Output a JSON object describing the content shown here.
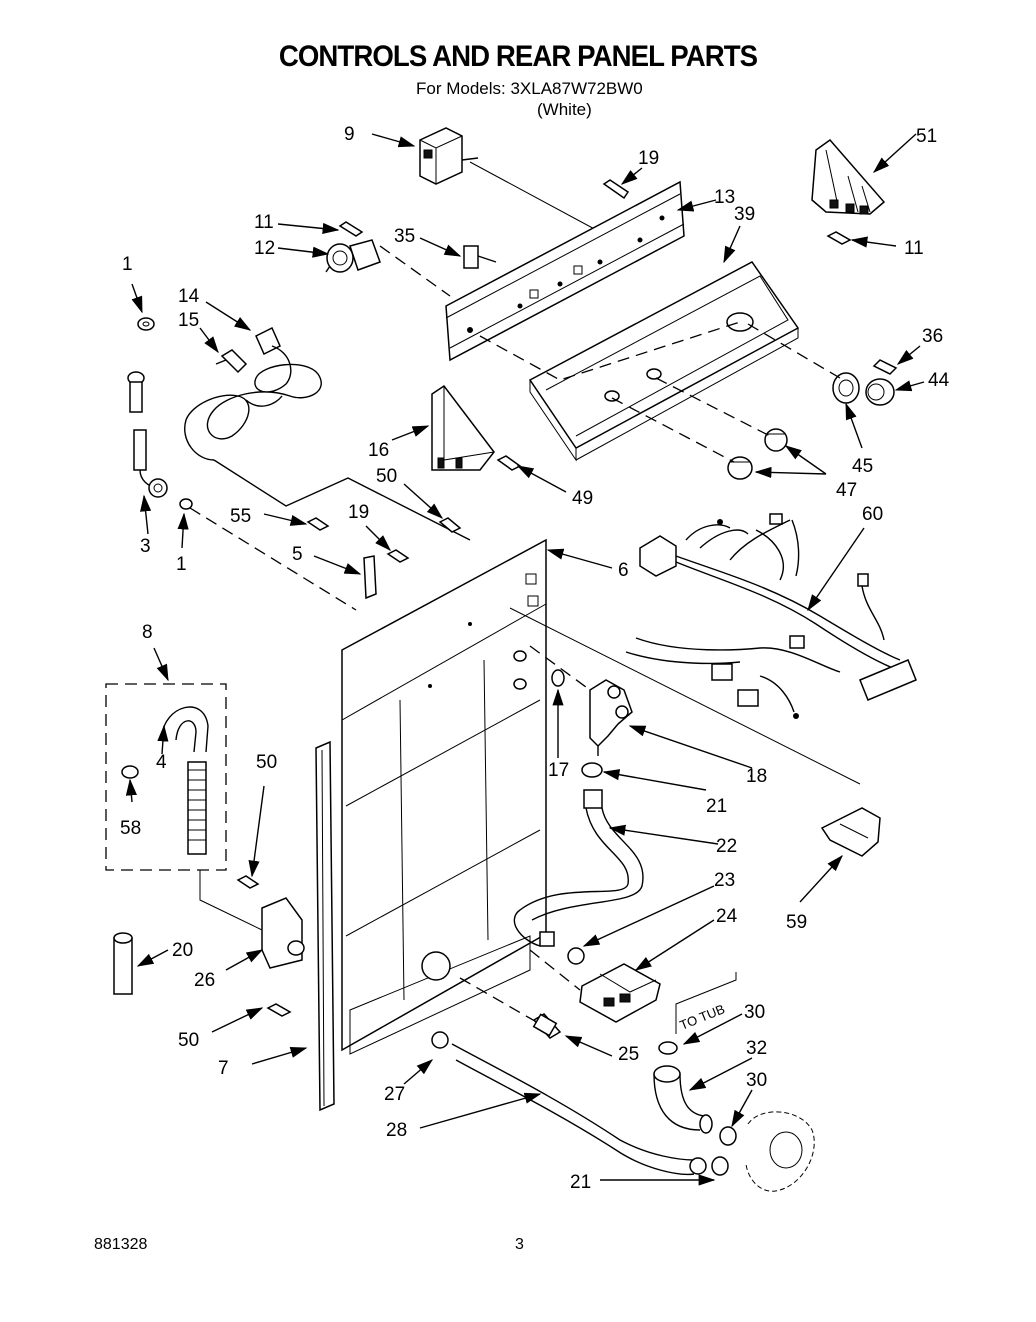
{
  "page": {
    "title": "CONTROLS AND REAR PANEL PARTS",
    "models_line": "For Models: 3XLA87W72BW0",
    "color_line": "(White)",
    "doc_number": "881328",
    "page_number": "3"
  },
  "callouts": [
    "9",
    "19",
    "51",
    "13",
    "39",
    "11",
    "12",
    "35",
    "11",
    "1",
    "14",
    "15",
    "36",
    "44",
    "45",
    "47",
    "16",
    "49",
    "50",
    "55",
    "19",
    "3",
    "1",
    "5",
    "6",
    "60",
    "8",
    "4",
    "58",
    "17",
    "18",
    "21",
    "50",
    "22",
    "23",
    "24",
    "59",
    "20",
    "26",
    "50",
    "30",
    "7",
    "25",
    "27",
    "32",
    "30",
    "28",
    "21"
  ],
  "annotation": "TO TUB"
}
